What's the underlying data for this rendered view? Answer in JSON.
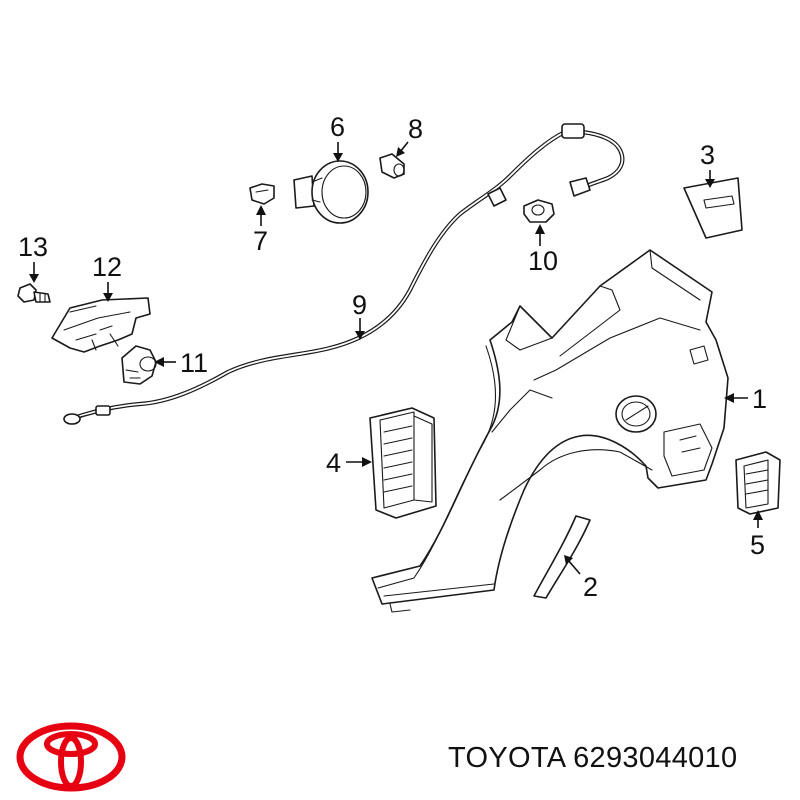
{
  "callouts": [
    {
      "id": "1",
      "label": "1"
    },
    {
      "id": "2",
      "label": "2"
    },
    {
      "id": "3",
      "label": "3"
    },
    {
      "id": "4",
      "label": "4"
    },
    {
      "id": "5",
      "label": "5"
    },
    {
      "id": "6",
      "label": "6"
    },
    {
      "id": "7",
      "label": "7"
    },
    {
      "id": "8",
      "label": "8"
    },
    {
      "id": "9",
      "label": "9"
    },
    {
      "id": "10",
      "label": "10"
    },
    {
      "id": "11",
      "label": "11"
    },
    {
      "id": "12",
      "label": "12"
    },
    {
      "id": "13",
      "label": "13"
    }
  ],
  "caption": {
    "brand": "TOYOTA",
    "part_number": "6293044010"
  },
  "logo": {
    "icon": "toyota-logo-icon",
    "color": "#e60012"
  },
  "colors": {
    "line": "#1a1a1a",
    "background": "#ffffff"
  }
}
